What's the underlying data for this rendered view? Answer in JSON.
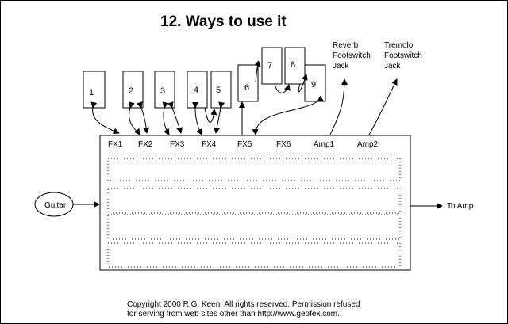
{
  "title": "12. Ways to use it",
  "pedals": [
    "1",
    "2",
    "3",
    "4",
    "5",
    "6",
    "7",
    "8",
    "9"
  ],
  "jacks": [
    "FX1",
    "FX2",
    "FX3",
    "FX4",
    "FX5",
    "FX6",
    "Amp1",
    "Amp2"
  ],
  "reverb_label": [
    "Reverb",
    "Footswitch",
    "Jack"
  ],
  "tremolo_label": [
    "Tremolo",
    "Footswitch",
    "Jack"
  ],
  "guitar": "Guitar",
  "output": "To Amp",
  "copyright": [
    "Copyright 2000 R.G. Keen. All rights reserved. Permission refused",
    "for serving from  web sites other than http://www.geofex.com."
  ]
}
